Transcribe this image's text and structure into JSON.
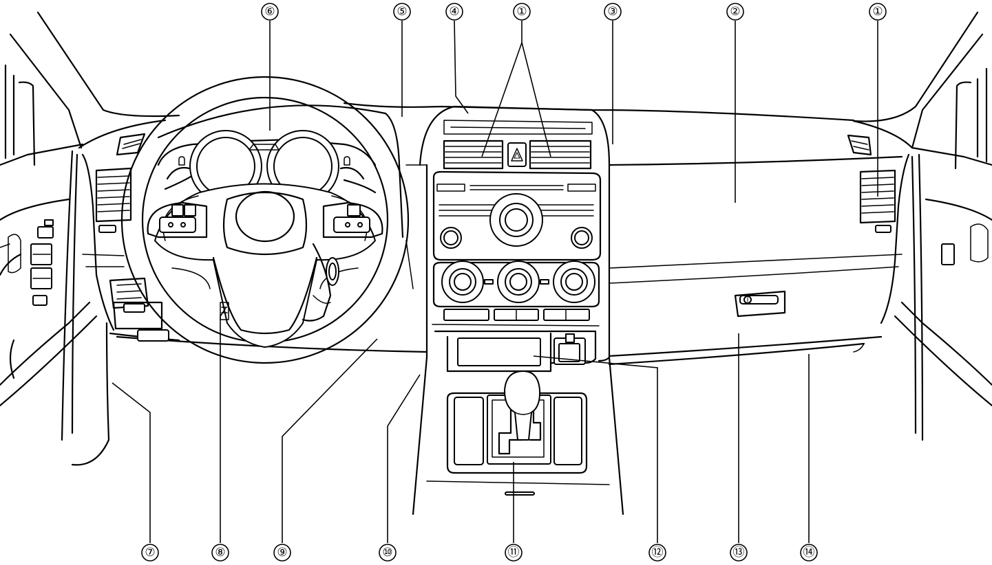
{
  "callouts": [
    {
      "id": "c1a",
      "label": "①"
    },
    {
      "id": "c1b",
      "label": "①"
    },
    {
      "id": "c2",
      "label": "②"
    },
    {
      "id": "c3",
      "label": "③"
    },
    {
      "id": "c4",
      "label": "④"
    },
    {
      "id": "c5",
      "label": "⑤"
    },
    {
      "id": "c6",
      "label": "⑥"
    },
    {
      "id": "c7",
      "label": "⑦"
    },
    {
      "id": "c8",
      "label": "⑧"
    },
    {
      "id": "c9",
      "label": "⑨"
    },
    {
      "id": "c10",
      "label": "⑩"
    },
    {
      "id": "c11",
      "label": "⑪"
    },
    {
      "id": "c12",
      "label": "⑫"
    },
    {
      "id": "c13",
      "label": "⑬"
    },
    {
      "id": "c14",
      "label": "⑭"
    }
  ],
  "icons": {
    "hazard": "hazard-triangle-icon",
    "glovebox_latch": "info-icon"
  }
}
